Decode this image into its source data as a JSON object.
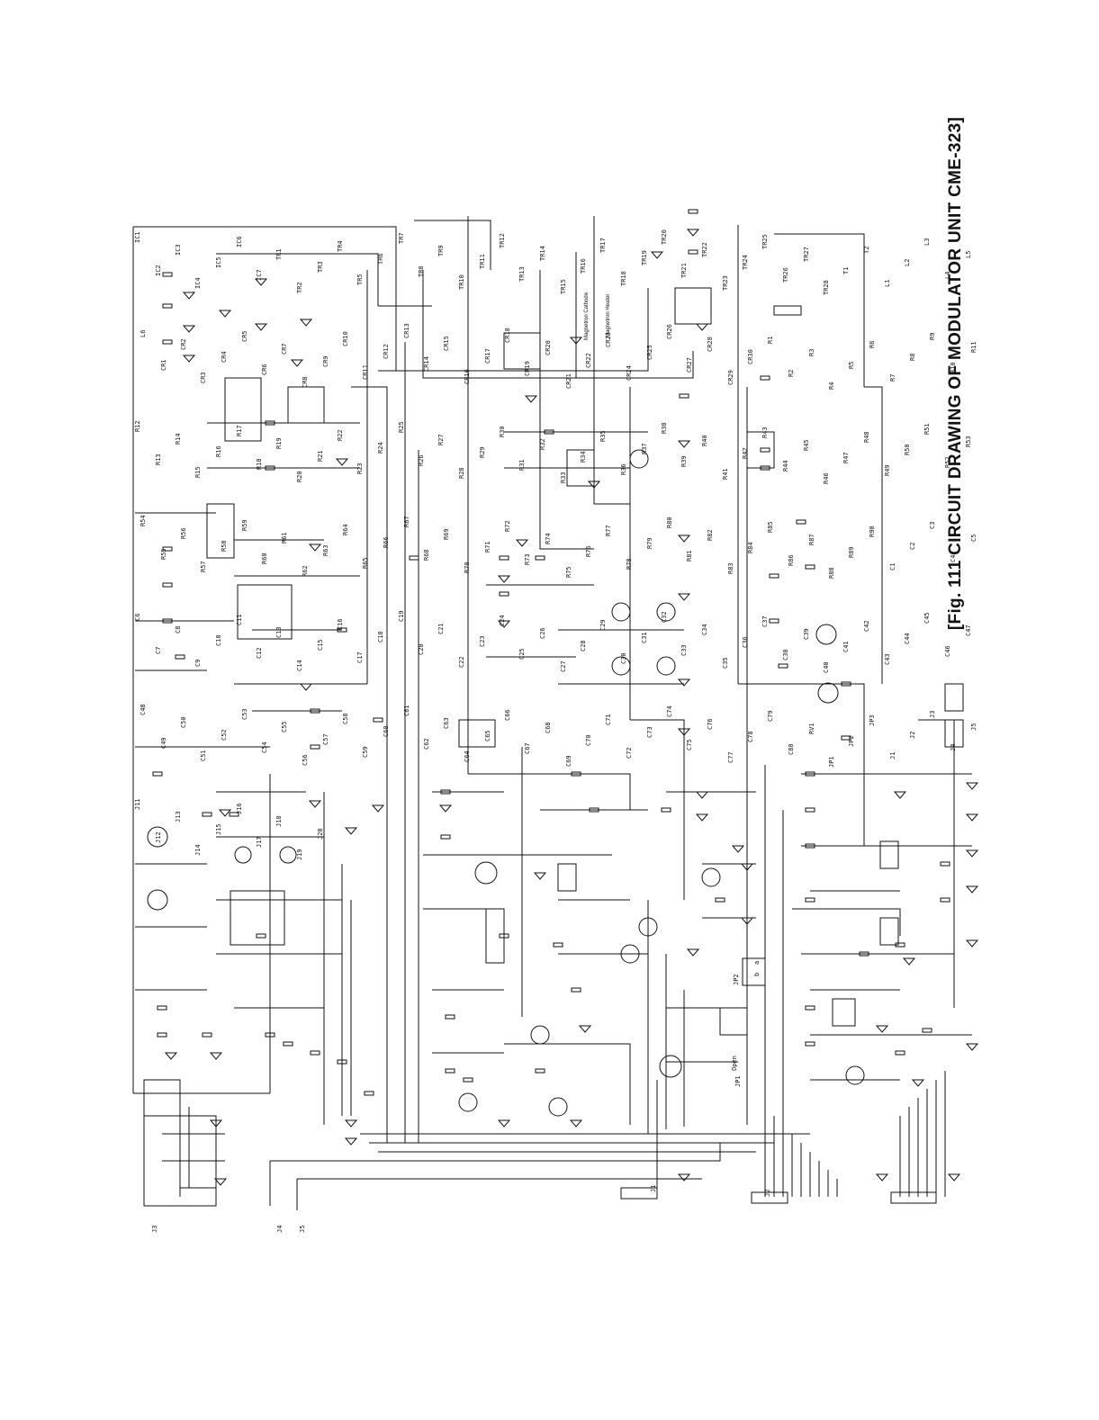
{
  "figure": {
    "title": "[Fig. 111    CIRCUIT DRAWING OF MODULATOR UNIT CME-323]"
  },
  "labels": {
    "magnetron_cathode": "Magnetron Cathode",
    "magnetron_heater": "Magnetron Heater",
    "j1": "J1",
    "j2": "J2",
    "j3": "J3",
    "j4": "J4",
    "j5": "J5",
    "jp1_open": "Open",
    "jp1": "JP1",
    "jp2": "JP2",
    "pin_b": "b",
    "pin_a": "a"
  },
  "parts": [
    "IC1",
    "IC2",
    "IC3",
    "IC4",
    "IC5",
    "IC6",
    "IC7",
    "TR1",
    "TR2",
    "TR3",
    "TR4",
    "TR5",
    "TR6",
    "TR7",
    "TR8",
    "TR9",
    "TR10",
    "TR11",
    "TR12",
    "TR13",
    "TR14",
    "TR15",
    "TR16",
    "TR17",
    "TR18",
    "TR19",
    "TR20",
    "TR21",
    "TR22",
    "TR23",
    "TR24",
    "TR25",
    "TR26",
    "TR27",
    "TR28",
    "T1",
    "T2",
    "L1",
    "L2",
    "L3",
    "L4",
    "L5",
    "L6",
    "CR1",
    "CR2",
    "CR3",
    "CR4",
    "CR5",
    "CR6",
    "CR7",
    "CR8",
    "CR9",
    "CR10",
    "CR11",
    "CR12",
    "CR13",
    "CR14",
    "CR15",
    "CR16",
    "CR17",
    "CR18",
    "CR19",
    "CR20",
    "CR21",
    "CR22",
    "CR23",
    "CR24",
    "CR25",
    "CR26",
    "CR27",
    "CR28",
    "CR29",
    "CR30",
    "R1",
    "R2",
    "R3",
    "R4",
    "R5",
    "R6",
    "R7",
    "R8",
    "R9",
    "R10",
    "R11",
    "R12",
    "R13",
    "R14",
    "R15",
    "R16",
    "R17",
    "R18",
    "R19",
    "R20",
    "R21",
    "R22",
    "R23",
    "R24",
    "R25",
    "R26",
    "R27",
    "R28",
    "R29",
    "R30",
    "R31",
    "R32",
    "R33",
    "R34",
    "R35",
    "R36",
    "R37",
    "R38",
    "R39",
    "R40",
    "R41",
    "R42",
    "R43",
    "R44",
    "R45",
    "R46",
    "R47",
    "R48",
    "R49",
    "R50",
    "R51",
    "R52",
    "R53",
    "R54",
    "R55",
    "R56",
    "R57",
    "R58",
    "R59",
    "R60",
    "R61",
    "R62",
    "R63",
    "R64",
    "R65",
    "R66",
    "R67",
    "R68",
    "R69",
    "R70",
    "R71",
    "R72",
    "R73",
    "R74",
    "R75",
    "R76",
    "R77",
    "R78",
    "R79",
    "R80",
    "R81",
    "R82",
    "R83",
    "R84",
    "R85",
    "R86",
    "R87",
    "R88",
    "R89",
    "R90",
    "C1",
    "C2",
    "C3",
    "C4",
    "C5",
    "C6",
    "C7",
    "C8",
    "C9",
    "C10",
    "C11",
    "C12",
    "C13",
    "C14",
    "C15",
    "C16",
    "C17",
    "C18",
    "C19",
    "C20",
    "C21",
    "C22",
    "C23",
    "C24",
    "C25",
    "C26",
    "C27",
    "C28",
    "C29",
    "C30",
    "C31",
    "C32",
    "C33",
    "C34",
    "C35",
    "C36",
    "C37",
    "C38",
    "C39",
    "C40",
    "C41",
    "C42",
    "C43",
    "C44",
    "C45",
    "C46",
    "C47",
    "C48",
    "C49",
    "C50",
    "C51",
    "C52",
    "C53",
    "C54",
    "C55",
    "C56",
    "C57",
    "C58",
    "C59",
    "C60",
    "C61",
    "C62",
    "C63",
    "C64",
    "C65",
    "C66",
    "C67",
    "C68",
    "C69",
    "C70",
    "C71",
    "C72",
    "C73",
    "C74",
    "C75",
    "C76",
    "C77",
    "C78",
    "C79",
    "C80",
    "RV1",
    "JP1",
    "JP2",
    "JP3",
    "J1",
    "J2",
    "J3",
    "J4",
    "J5",
    "J11",
    "J12",
    "J13",
    "J14",
    "J15",
    "J16",
    "J17",
    "J18",
    "J19",
    "J20"
  ]
}
